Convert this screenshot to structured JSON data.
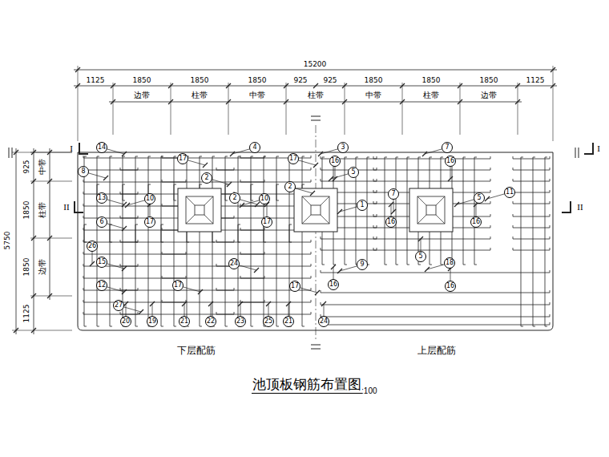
{
  "diagram": {
    "title": "池顶板钢筋布置图",
    "labels": [
      "15200",
      "1125",
      "1850",
      "1850",
      "1850",
      "925",
      "925",
      "1850",
      "1850",
      "1850",
      "1125",
      "边带",
      "柱带",
      "中带",
      "柱带",
      "中带",
      "柱带",
      "边带",
      "I",
      "I",
      "II",
      "II",
      "5750",
      "925",
      "1850",
      "1850",
      "1125",
      "中带",
      "柱带",
      "边带",
      "14",
      "8",
      "13",
      "6",
      "26",
      "15",
      "12",
      "27",
      "20",
      "19",
      "17",
      "2",
      "10",
      "17",
      "17",
      "4",
      "2",
      "10",
      "17",
      "24",
      "17",
      "21",
      "22",
      "23",
      "25",
      "21",
      "24",
      "17",
      "2",
      "3",
      "16",
      "5",
      "1",
      "9",
      "16",
      "7",
      "16",
      "7",
      "16",
      "5",
      "11",
      "16",
      "5",
      "18",
      "16",
      "下层配筋",
      "上层配筋",
      "1:100"
    ]
  }
}
